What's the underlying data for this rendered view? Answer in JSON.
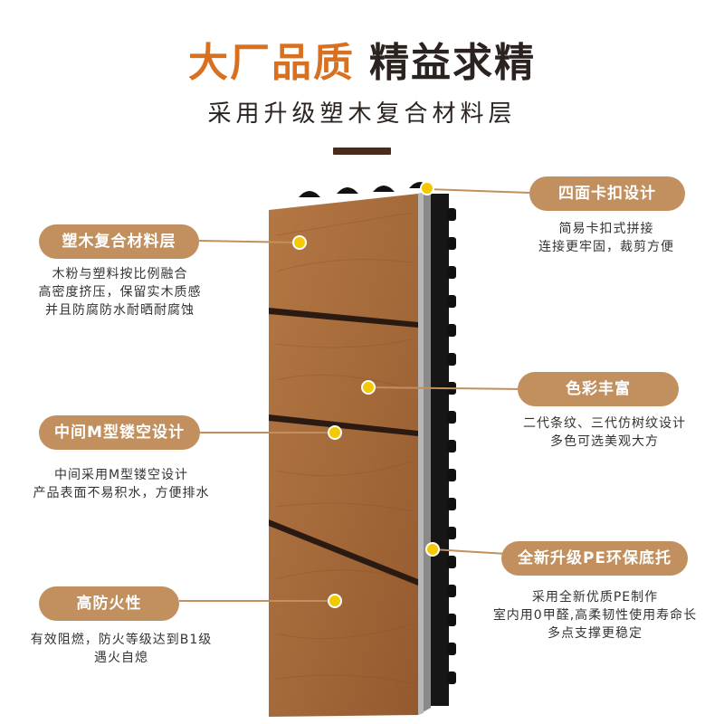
{
  "header": {
    "title_part1": "大厂品质",
    "title_part2": "精益求精",
    "subtitle": "采用升级塑木复合材料层"
  },
  "features": {
    "four_side_clip": {
      "label": "四面卡扣设计",
      "desc_line1": "简易卡扣式拼接",
      "desc_line2": "连接更牢固，裁剪方便"
    },
    "wpc_layer": {
      "label": "塑木复合材料层",
      "desc_line1": "木粉与塑料按比例融合",
      "desc_line2": "高密度挤压，保留实木质感",
      "desc_line3": "并且防腐防水耐晒耐腐蚀"
    },
    "rich_colors": {
      "label": "色彩丰富",
      "desc_line1": "二代条纹、三代仿树纹设计",
      "desc_line2": "多色可选美观大方"
    },
    "m_hollow": {
      "label": "中间M型镂空设计",
      "desc_line1": "中间采用M型镂空设计",
      "desc_line2": "产品表面不易积水，方便排水"
    },
    "pe_base": {
      "label": "全新升级PE环保底托",
      "desc_line1": "采用全新优质PE制作",
      "desc_line2": "室内用0甲醛,高柔韧性使用寿命长",
      "desc_line3": "多点支撑更稳定"
    },
    "fire_resist": {
      "label": "高防火性",
      "desc_line1": "有效阻燃，防火等级达到B1级",
      "desc_line2": "遇火自熄"
    }
  },
  "colors": {
    "accent_orange": "#d8701f",
    "pill_bg": "#c1905e",
    "marker_yellow": "#f5c800",
    "wood": "#a66a3c",
    "dark_brown": "#4a2a1a"
  }
}
